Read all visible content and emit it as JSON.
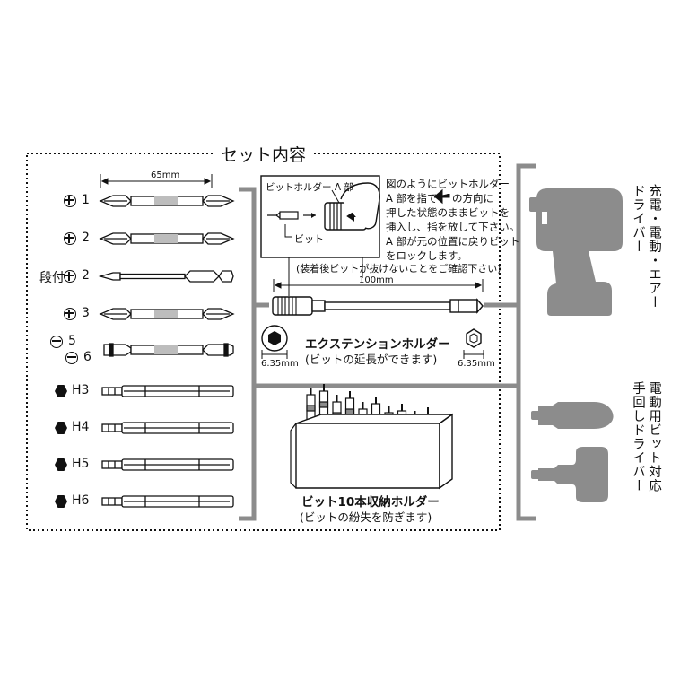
{
  "title": "セット内容",
  "dims": {
    "bit_length": "65mm",
    "holder_length": "100mm",
    "hex_left": "6.35mm",
    "hex_right": "6.35mm"
  },
  "bits": [
    {
      "label": "1",
      "type": "phillips"
    },
    {
      "label": "2",
      "type": "phillips"
    },
    {
      "label": "段付",
      "label2": "2",
      "type": "phillips-stepped"
    },
    {
      "label": "3",
      "type": "phillips"
    },
    {
      "label": "5",
      "label2": "6",
      "type": "slotted"
    },
    {
      "label": "H3",
      "type": "hex"
    },
    {
      "label": "H4",
      "type": "hex"
    },
    {
      "label": "H5",
      "type": "hex"
    },
    {
      "label": "H6",
      "type": "hex"
    }
  ],
  "holder_diagram": {
    "part_a": "ビットホルダー A 部",
    "bit": "ビット",
    "instructions": [
      "図のようにビットホルダー",
      "A 部を指で",
      "の方向に",
      "押した状態のままビットを",
      "挿入し、指を放して下さい。",
      "A 部が元の位置に戻りビット",
      "をロックします。"
    ],
    "caution": "(装着後ビットが抜けないことをご確認下さい)"
  },
  "extension": {
    "name": "エクステンションホルダー",
    "desc": "(ビットの延長ができます)"
  },
  "storage": {
    "name": "ビット10本収納ホルダー",
    "desc": "(ビットの紛失を防ぎます)"
  },
  "tools": {
    "top": [
      "充電・電動・エアー",
      "ドライバー"
    ],
    "bottom": [
      "電動用ビット対応",
      "手回しドライバー"
    ]
  },
  "colors": {
    "line": "#111111",
    "gray": "#8c8c8c",
    "bracket": "#8c8c8c"
  }
}
